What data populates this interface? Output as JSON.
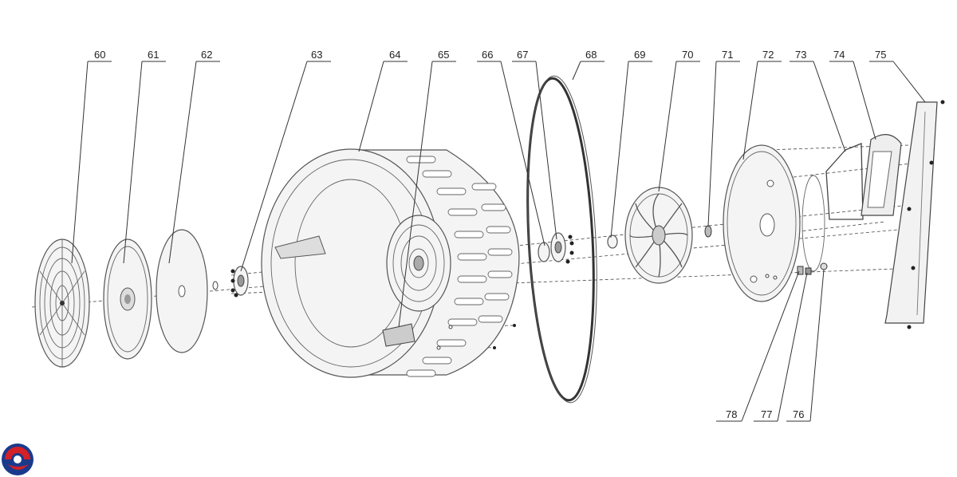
{
  "diagram": {
    "callouts": [
      "60",
      "61",
      "62",
      "63",
      "64",
      "65",
      "66",
      "67",
      "68",
      "69",
      "70",
      "71",
      "72",
      "73",
      "74",
      "75",
      "78",
      "77",
      "76"
    ]
  },
  "logo": {
    "name": "brand-logo-icon"
  }
}
